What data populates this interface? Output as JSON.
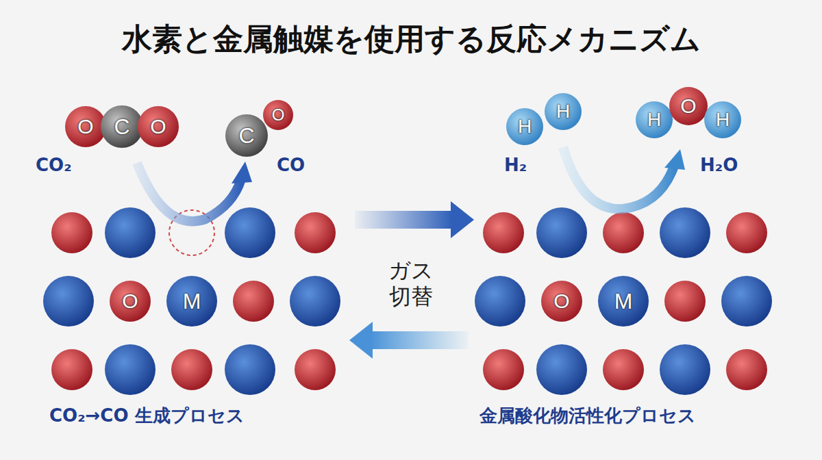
{
  "diagram": {
    "title": "水素と金属触媒を使用する反応メカニズム",
    "nodes": [
      {
        "text": [
          "O"
        ]
      },
      {
        "text": [
          "C"
        ]
      },
      {
        "text": [
          "O"
        ]
      },
      {
        "text": [
          "O"
        ]
      },
      {
        "text": [
          "C"
        ]
      },
      {
        "text": [
          "H"
        ]
      },
      {
        "text": [
          "H"
        ]
      },
      {
        "text": [
          "H"
        ]
      },
      {
        "text": [
          "O"
        ]
      },
      {
        "text": [
          "H"
        ]
      },
      {
        "text": [
          "O"
        ]
      },
      {
        "text": [
          "M"
        ]
      },
      {
        "text": [
          "O"
        ]
      },
      {
        "text": [
          "M"
        ]
      }
    ],
    "labels": [
      "CO₂",
      "CO",
      "H₂",
      "H₂O",
      "ガス 切替",
      "CO₂→CO 生成プロセス",
      "金属酸化物活性化プロセス"
    ]
  }
}
